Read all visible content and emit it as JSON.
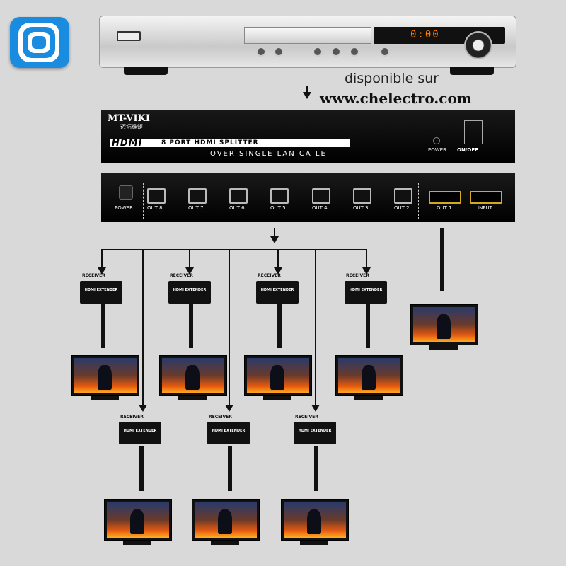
{
  "tagline": "disponible sur",
  "url": "www.chelectro.com",
  "dvd": {
    "time": "0:00"
  },
  "splitter_front": {
    "brand": "MT-VIKI",
    "brand_sub": "迈拓维矩",
    "hdmi_logo": "HDMI",
    "model_label": "8 PORT HDMI SPLITTER",
    "sub_label": "OVER SINGLE LAN CA LE",
    "power_label": "POWER",
    "switch_label": "ON/OFF"
  },
  "splitter_back": {
    "power_label": "POWER",
    "rj45_ports": [
      "OUT 8",
      "OUT 7",
      "OUT 6",
      "OUT 5",
      "OUT 4",
      "OUT 3",
      "OUT 2"
    ],
    "hdmi_ports": [
      "OUT 1",
      "INPUT"
    ]
  },
  "receiver": {
    "label": "RECEIVER",
    "box_text": "HDMI EXTENDER"
  },
  "colors": {
    "background": "#d9d9d9",
    "accent": "#1a8ce0",
    "hdmi_port": "#d4a820",
    "display": "#ff7a00"
  }
}
